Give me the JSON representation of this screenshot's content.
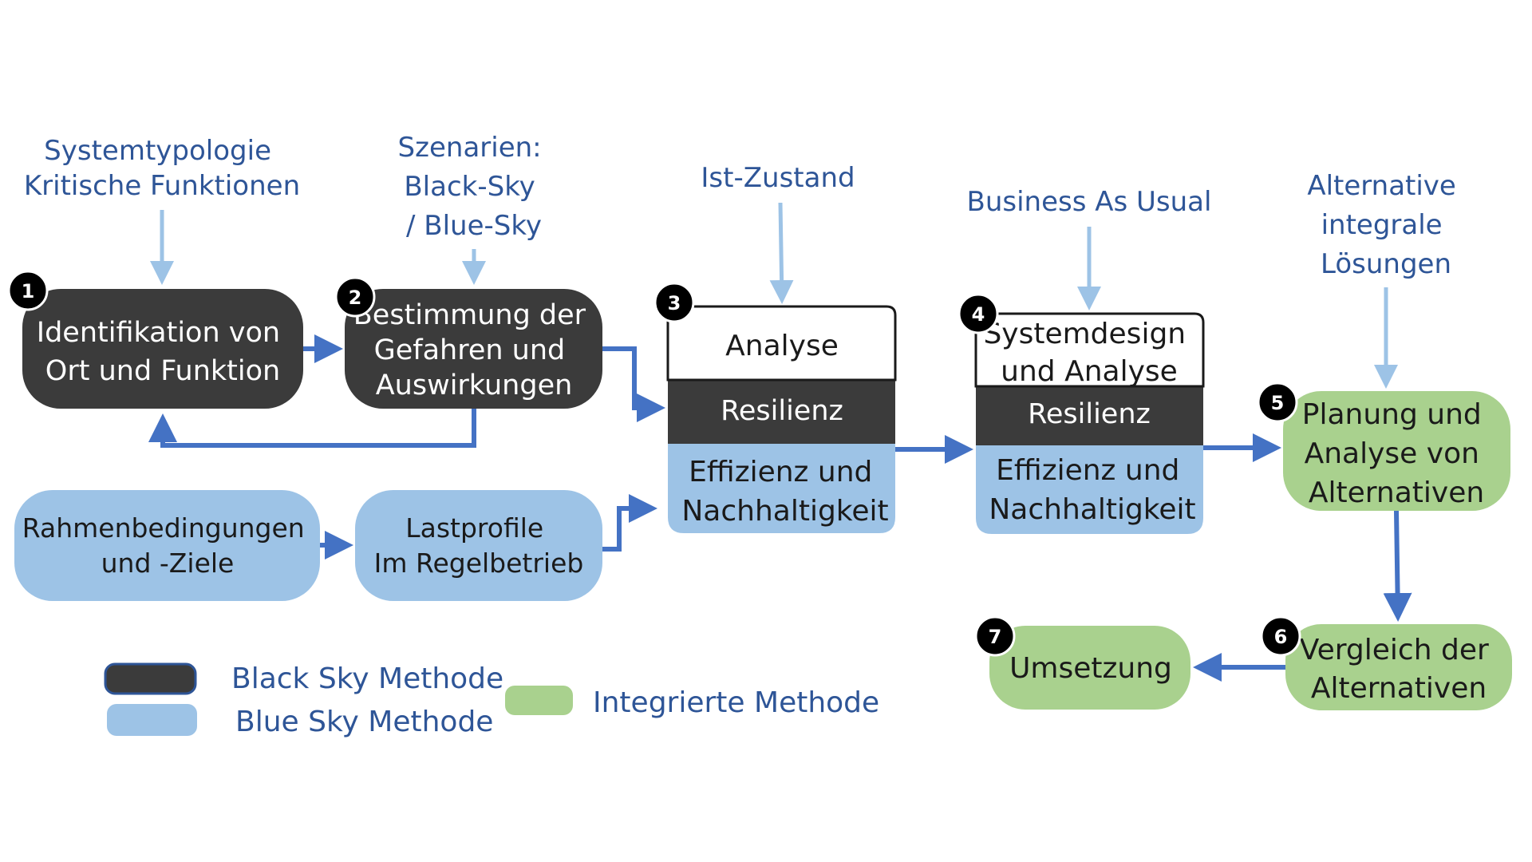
{
  "colors": {
    "dark": "#3b3b3b",
    "blue_box": "#9dc3e6",
    "green_box": "#a9d18e",
    "arrow_blue": "#4472c4",
    "arrow_light": "#9dc3e6",
    "label_blue": "#2e5597"
  },
  "inputs": {
    "i1": [
      "Systemtypologie",
      "Kritische Funktionen"
    ],
    "i2": [
      "Szenarien:",
      "Black-Sky",
      "/ Blue-Sky"
    ],
    "i3": [
      "Ist-Zustand"
    ],
    "i4": [
      "Business As Usual"
    ],
    "i5": [
      "Alternative",
      "integrale",
      "Lösungen"
    ]
  },
  "steps": {
    "s1": {
      "num": "1",
      "lines": [
        "Identifikation von",
        "Ort und Funktion"
      ]
    },
    "s2": {
      "num": "2",
      "lines": [
        "Bestimmung der",
        "Gefahren und",
        "Auswirkungen"
      ]
    },
    "s3": {
      "num": "3",
      "top": [
        "Analyse"
      ],
      "mid": "Resilienz",
      "bottom": [
        "Effizienz und",
        "Nachhaltigkeit"
      ]
    },
    "s4": {
      "num": "4",
      "top": [
        "Systemdesign",
        "und Analyse"
      ],
      "mid": "Resilienz",
      "bottom": [
        "Effizienz und",
        "Nachhaltigkeit"
      ]
    },
    "s5": {
      "num": "5",
      "lines": [
        "Planung und",
        "Analyse von",
        "Alternativen"
      ]
    },
    "s6": {
      "num": "6",
      "lines": [
        "Vergleich der",
        "Alternativen"
      ]
    },
    "s7": {
      "num": "7",
      "lines": [
        "Umsetzung"
      ]
    }
  },
  "blue_boxes": {
    "b1": [
      "Rahmenbedingungen",
      "und -Ziele"
    ],
    "b2": [
      "Lastprofile",
      "Im Regelbetrieb"
    ]
  },
  "legend": {
    "black_sky": "Black Sky Methode",
    "blue_sky": "Blue Sky Methode",
    "integrated": "Integrierte Methode"
  }
}
